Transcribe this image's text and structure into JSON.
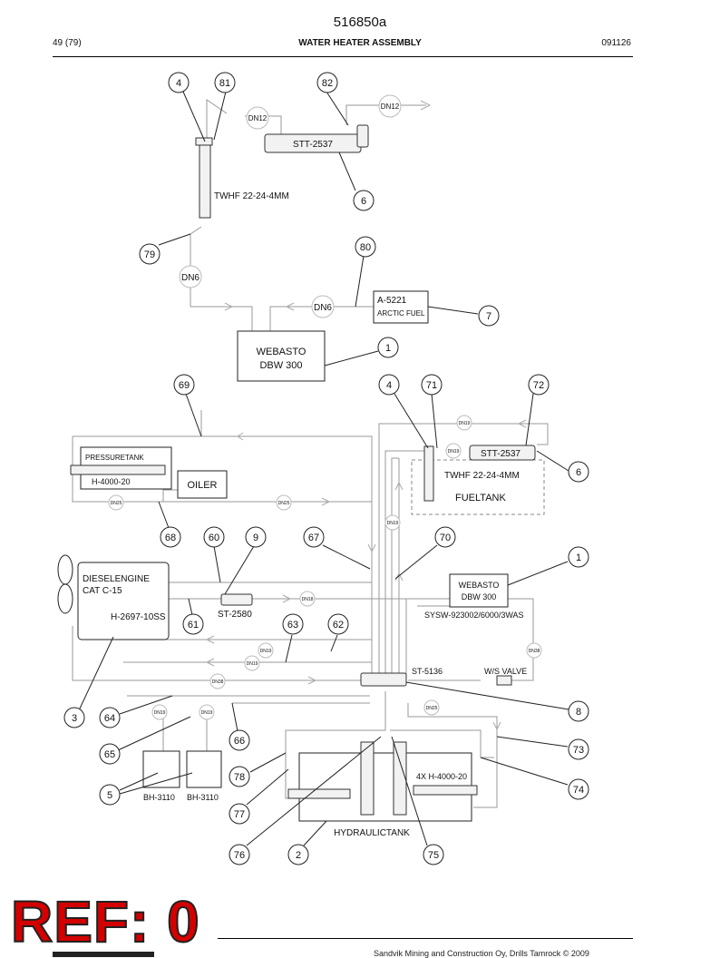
{
  "header": {
    "doc_id": "516850a",
    "page": "49 (79)",
    "title": "WATER HEATER ASSEMBLY",
    "date": "091126"
  },
  "callouts": [
    "4",
    "81",
    "82",
    "6",
    "79",
    "80",
    "7",
    "1",
    "69",
    "4",
    "71",
    "72",
    "6",
    "68",
    "60",
    "9",
    "67",
    "70",
    "1",
    "61",
    "63",
    "62",
    "3",
    "64",
    "8",
    "65",
    "66",
    "73",
    "78",
    "74",
    "5",
    "77",
    "76",
    "2",
    "75"
  ],
  "line_markers": [
    "DN12",
    "DN12",
    "DN6",
    "DN6",
    "DN19",
    "DN19",
    "DN25",
    "DN19",
    "DN18",
    "DN25",
    "DN19",
    "DN19",
    "DN38",
    "DN38",
    "DN19",
    "DN19",
    "DN25"
  ],
  "labels": {
    "stt_top": "STT-2537",
    "twhf_top": "TWHF 22-24-4MM",
    "arctic_code": "A-5221",
    "arctic_name": "ARCTIC FUEL",
    "webasto_top_line1": "WEBASTO",
    "webasto_top_line2": "DBW 300",
    "pressuretank": "PRESSURETANK",
    "h4000": "H-4000-20",
    "oiler": "OILER",
    "stt_right": "STT-2537",
    "twhf_right": "TWHF 22-24-4MM",
    "fueltank": "FUELTANK",
    "diesel_line1": "DIESELENGINE",
    "diesel_line2": "CAT C-15",
    "h2697": "H-2697-10SS",
    "st2580": "ST-2580",
    "webasto_r_line1": "WEBASTO",
    "webasto_r_line2": "DBW 300",
    "sysw": "SYSW-923002/6000/3WAS",
    "st5136": "ST-5136",
    "ws_valve": "W/S VALVE",
    "h4000x4": "4X H-4000-20",
    "bh1": "BH-3110",
    "bh2": "BH-3110",
    "hydraulictank": "HYDRAULICTANK"
  },
  "stamp": {
    "text": "REF: 0",
    "color": "#d40000"
  },
  "footer": {
    "text": "Sandvik Mining and Construction Oy, Drills Tamrock © 2009"
  }
}
